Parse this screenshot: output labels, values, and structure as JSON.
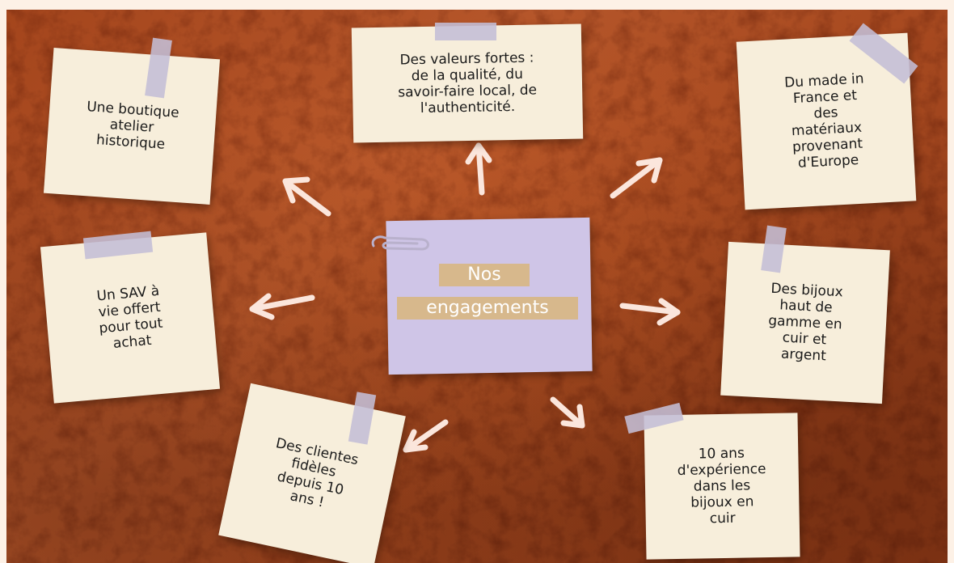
{
  "title": {
    "line1": "Nos",
    "line2": "engagements"
  },
  "notes": {
    "boutique": "Une boutique\natelier\nhistorique",
    "valeurs": "Des valeurs fortes :\nde la qualité, du\nsavoir-faire local, de\nl'authenticité.",
    "made_in_france": "Du made in\nFrance et\ndes\nmatériaux\nprovenant\nd'Europe",
    "sav": "Un SAV à\nvie offert\npour tout\nachat",
    "bijoux": "Des bijoux\nhaut de\ngamme en\ncuir et\nargent",
    "clientes": "Des clientes\nfidèles\ndepuis 10\nans !",
    "experience": "10 ans\nd'expérience\ndans les\nbijoux en\ncuir"
  },
  "colors": {
    "leather": "#a84a20",
    "note_paper": "#f7eedb",
    "tape": "#c4bed6",
    "center_note": "#cfc5e7",
    "label_highlight": "#d7b88c",
    "arrow": "#fbe6dc"
  },
  "icons": {
    "paperclip": "paperclip-icon",
    "arrow": "arrow-icon"
  }
}
